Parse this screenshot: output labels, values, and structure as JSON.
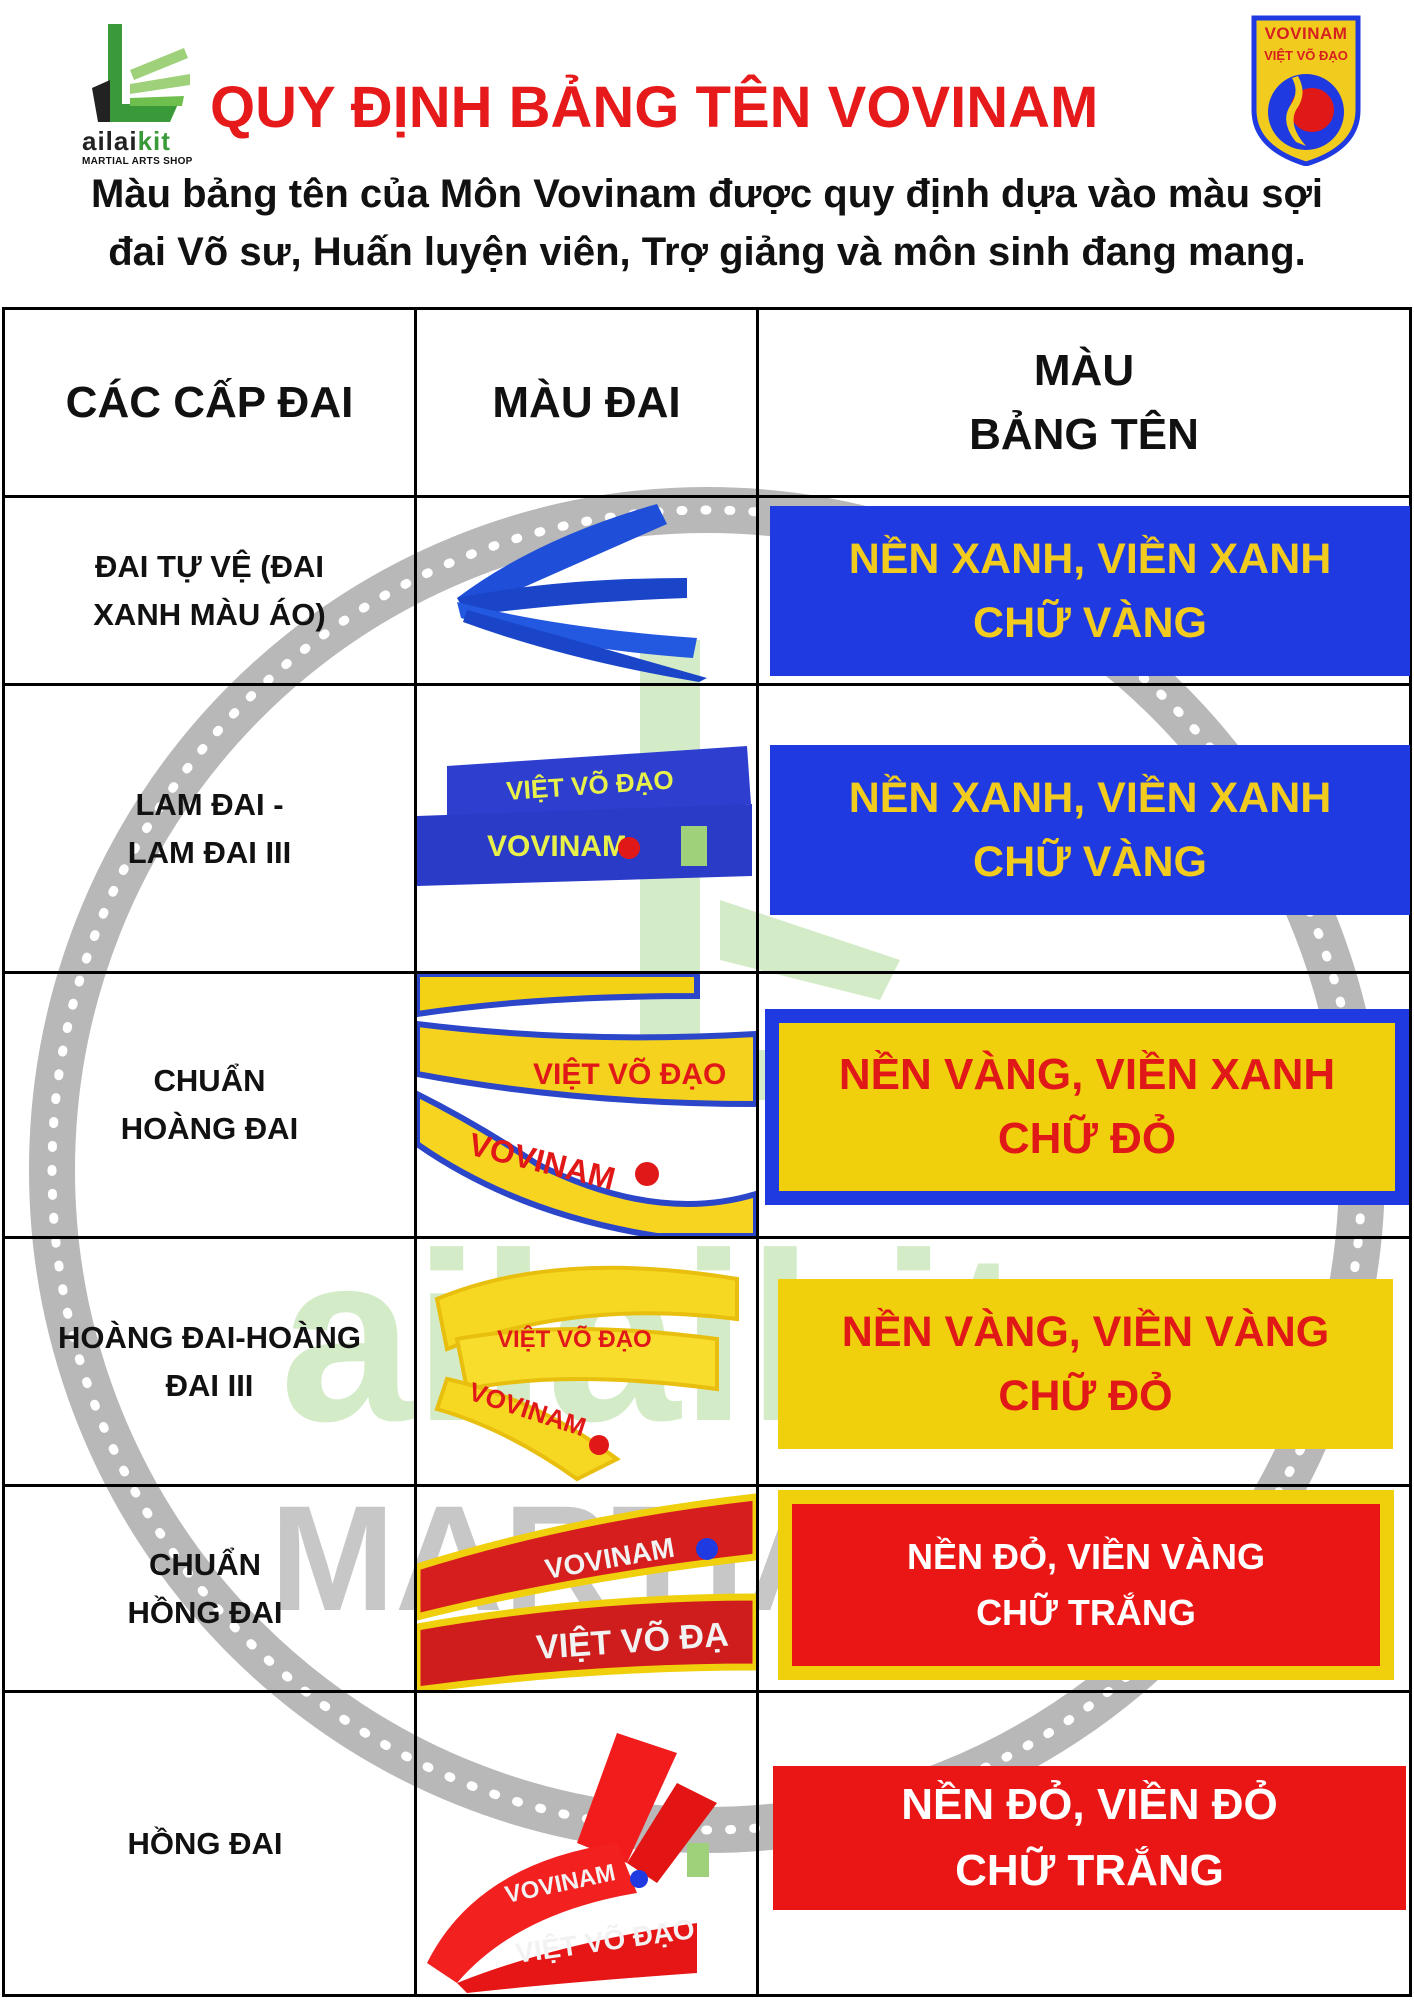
{
  "brand": {
    "name_part1": "ailai",
    "name_part2": "kit",
    "tagline": "MARTIAL ARTS SHOP",
    "colors": {
      "green": "#3a9a3a",
      "light_green": "#9ed17a"
    }
  },
  "title": "QUY ĐỊNH BẢNG TÊN VOVINAM",
  "badge": {
    "line1": "VOVINAM",
    "line2": "VIỆT VÕ ĐẠO"
  },
  "subtitle_line1": "Màu bảng tên của Môn Vovinam được quy định dựa vào màu sợi",
  "subtitle_line2": "đai Võ sư, Huấn luyện viên, Trợ giảng và môn sinh đang mang.",
  "table": {
    "headers": {
      "levels": "CÁC CẤP ĐAI",
      "belt_color": "MÀU ĐAI",
      "badge_color_line1": "MÀU",
      "badge_color_line2": "BẢNG TÊN"
    },
    "rows": [
      {
        "level_line1": "ĐAI TỰ VỆ (ĐAI",
        "level_line2": "XANH MÀU ÁO)",
        "belt_image": "blue-belt",
        "belt_text1": "",
        "belt_text2": "",
        "badge_line1": "NỀN XANH, VIỀN XANH",
        "badge_line2": "CHỮ VÀNG",
        "bg": "#1f3ae0",
        "border": "#1f3ae0",
        "text": "#f2cb1f"
      },
      {
        "level_line1": "LAM ĐAI -",
        "level_line2": "LAM ĐAI III",
        "belt_image": "blue-belt-printed",
        "belt_text1": "VIỆT VÕ ĐẠO",
        "belt_text2": "VOVINAM",
        "badge_line1": "NỀN XANH, VIỀN XANH",
        "badge_line2": "CHỮ VÀNG",
        "bg": "#1f3ae0",
        "border": "#1f3ae0",
        "text": "#f2cb1f"
      },
      {
        "level_line1": "CHUẨN",
        "level_line2": "HOÀNG ĐAI",
        "belt_image": "yellow-belt-blue-edge",
        "belt_text1": "VIỆT VÕ ĐẠO",
        "belt_text2": "VOVINAM",
        "badge_line1": "NỀN VÀNG, VIỀN XANH",
        "badge_line2": "CHỮ ĐỎ",
        "bg": "#f0cf0c",
        "border": "#1f3ae0",
        "text": "#e01818"
      },
      {
        "level_line1": "HOÀNG ĐAI-HOÀNG",
        "level_line2": "ĐAI III",
        "belt_image": "yellow-belt",
        "belt_text1": "VIỆT VÕ ĐẠO",
        "belt_text2": "VOVINAM",
        "badge_line1": "NỀN VÀNG, VIỀN VÀNG",
        "badge_line2": "CHỮ ĐỎ",
        "bg": "#f0cf0c",
        "border": "#f0cf0c",
        "text": "#e01818"
      },
      {
        "level_line1": "CHUẨN",
        "level_line2": "HỒNG ĐAI",
        "belt_image": "red-belt-yellow-edge",
        "belt_text1": "VOVINAM",
        "belt_text2": "VIỆT VÕ ĐẠ",
        "badge_line1": "NỀN ĐỎ, VIỀN VÀNG",
        "badge_line2": "CHỮ TRẮNG",
        "bg": "#ea1515",
        "border": "#f0cf0c",
        "text": "#ffffff"
      },
      {
        "level_line1": "HỒNG ĐAI",
        "level_line2": "",
        "belt_image": "red-belt",
        "belt_text1": "VOVINAM",
        "belt_text2": "VIỆT VÕ ĐẠO",
        "badge_line1": "NỀN ĐỎ, VIỀN ĐỎ",
        "badge_line2": "CHỮ TRẮNG",
        "bg": "#ea1515",
        "border": "#ea1515",
        "text": "#ffffff"
      }
    ]
  }
}
